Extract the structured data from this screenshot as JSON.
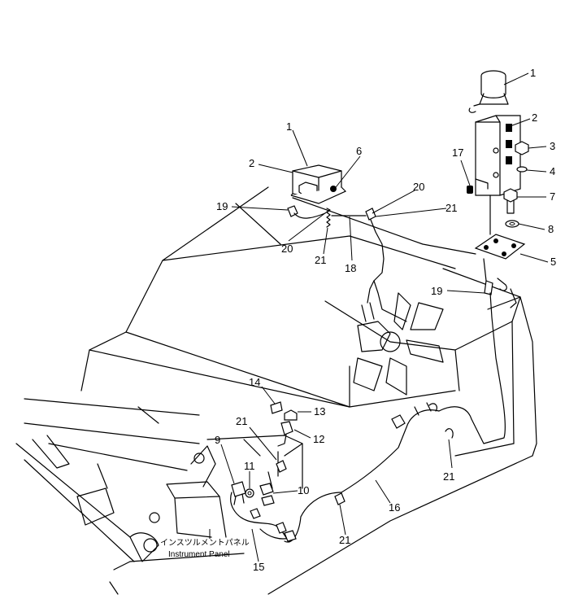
{
  "callouts": {
    "c1a": "1",
    "c1b": "1",
    "c2a": "2",
    "c2b": "2",
    "c3": "3",
    "c4": "4",
    "c5": "5",
    "c6": "6",
    "c7": "7",
    "c8": "8",
    "c9": "9",
    "c10": "10",
    "c11": "11",
    "c12": "12",
    "c13": "13",
    "c14": "14",
    "c15": "15",
    "c16": "16",
    "c17": "17",
    "c18": "18",
    "c19a": "19",
    "c19b": "19",
    "c20a": "20",
    "c20b": "20",
    "c21a": "21",
    "c21b": "21",
    "c21c": "21",
    "c21d": "21",
    "c21e": "21"
  },
  "caption": {
    "japanese": "インスツルメントパネル",
    "english": "Instrument Panel"
  }
}
